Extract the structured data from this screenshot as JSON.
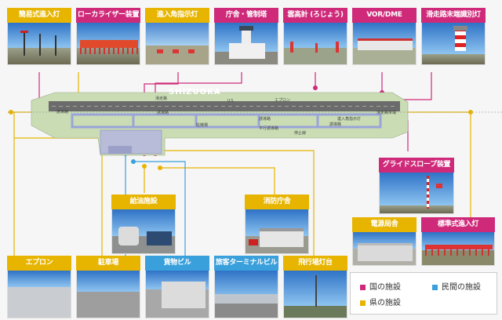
{
  "cards": {
    "simple_approach_light": "簡易式進入灯",
    "localizer": "ローカライザー装置",
    "papi": "進入角指示灯",
    "office_tower": "庁舎・管制塔",
    "ceilometer": "雲高計 (ろじょう)",
    "vor_dme": "VOR/DME",
    "runway_id_light": "滑走路末端識別灯",
    "glide_slope": "グライドスロープ装置",
    "fuel": "給油施設",
    "fire_station": "消防庁舎",
    "power_station": "電源局舎",
    "standard_approach_light": "標準式進入灯",
    "apron": "エプロン",
    "parking": "駐車場",
    "cargo": "貨物ビル",
    "terminal": "旅客ターミナルビル",
    "beacon": "飛行場灯台"
  },
  "map": {
    "iata_text": "SHIZUOKA",
    "small_labels": [
      "誘導路",
      "滑走路",
      "ILS",
      "エプロン",
      "誘導路",
      "進入角指示灯",
      "滑走路末端",
      "駐機場",
      "平行誘導路",
      "停止線",
      "誘導路",
      "誘導路"
    ]
  },
  "legend": {
    "national": "国の施設",
    "private": "民間の施設",
    "prefectural": "県の施設"
  },
  "colors": {
    "national": "#cf2a7a",
    "private": "#3aa0dc",
    "prefectural": "#e7b500"
  }
}
